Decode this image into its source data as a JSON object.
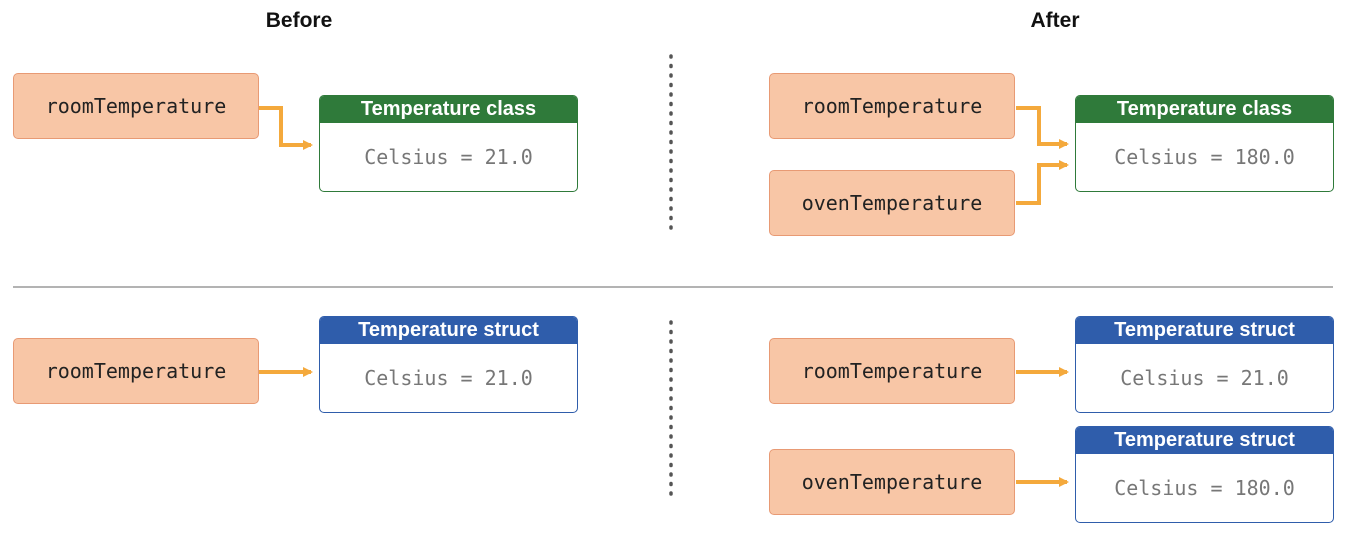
{
  "headings": {
    "before": "Before",
    "after": "After"
  },
  "top": {
    "before": {
      "var": "roomTemperature",
      "box_title": "Temperature class",
      "box_value": "Celsius = 21.0"
    },
    "after": {
      "var1": "roomTemperature",
      "var2": "ovenTemperature",
      "box_title": "Temperature class",
      "box_value": "Celsius = 180.0"
    }
  },
  "bottom": {
    "before": {
      "var": "roomTemperature",
      "box_title": "Temperature struct",
      "box_value": "Celsius = 21.0"
    },
    "after": {
      "var1": "roomTemperature",
      "box1_title": "Temperature struct",
      "box1_value": "Celsius = 21.0",
      "var2": "ovenTemperature",
      "box2_title": "Temperature struct",
      "box2_value": "Celsius = 180.0"
    }
  },
  "colors": {
    "variable_fill": "#f8c6a6",
    "arrow": "#f4a93c",
    "class_header": "#2f7a3a",
    "struct_header": "#2f5dab",
    "divider": "#9a9a9a",
    "dotted": "#555555"
  }
}
